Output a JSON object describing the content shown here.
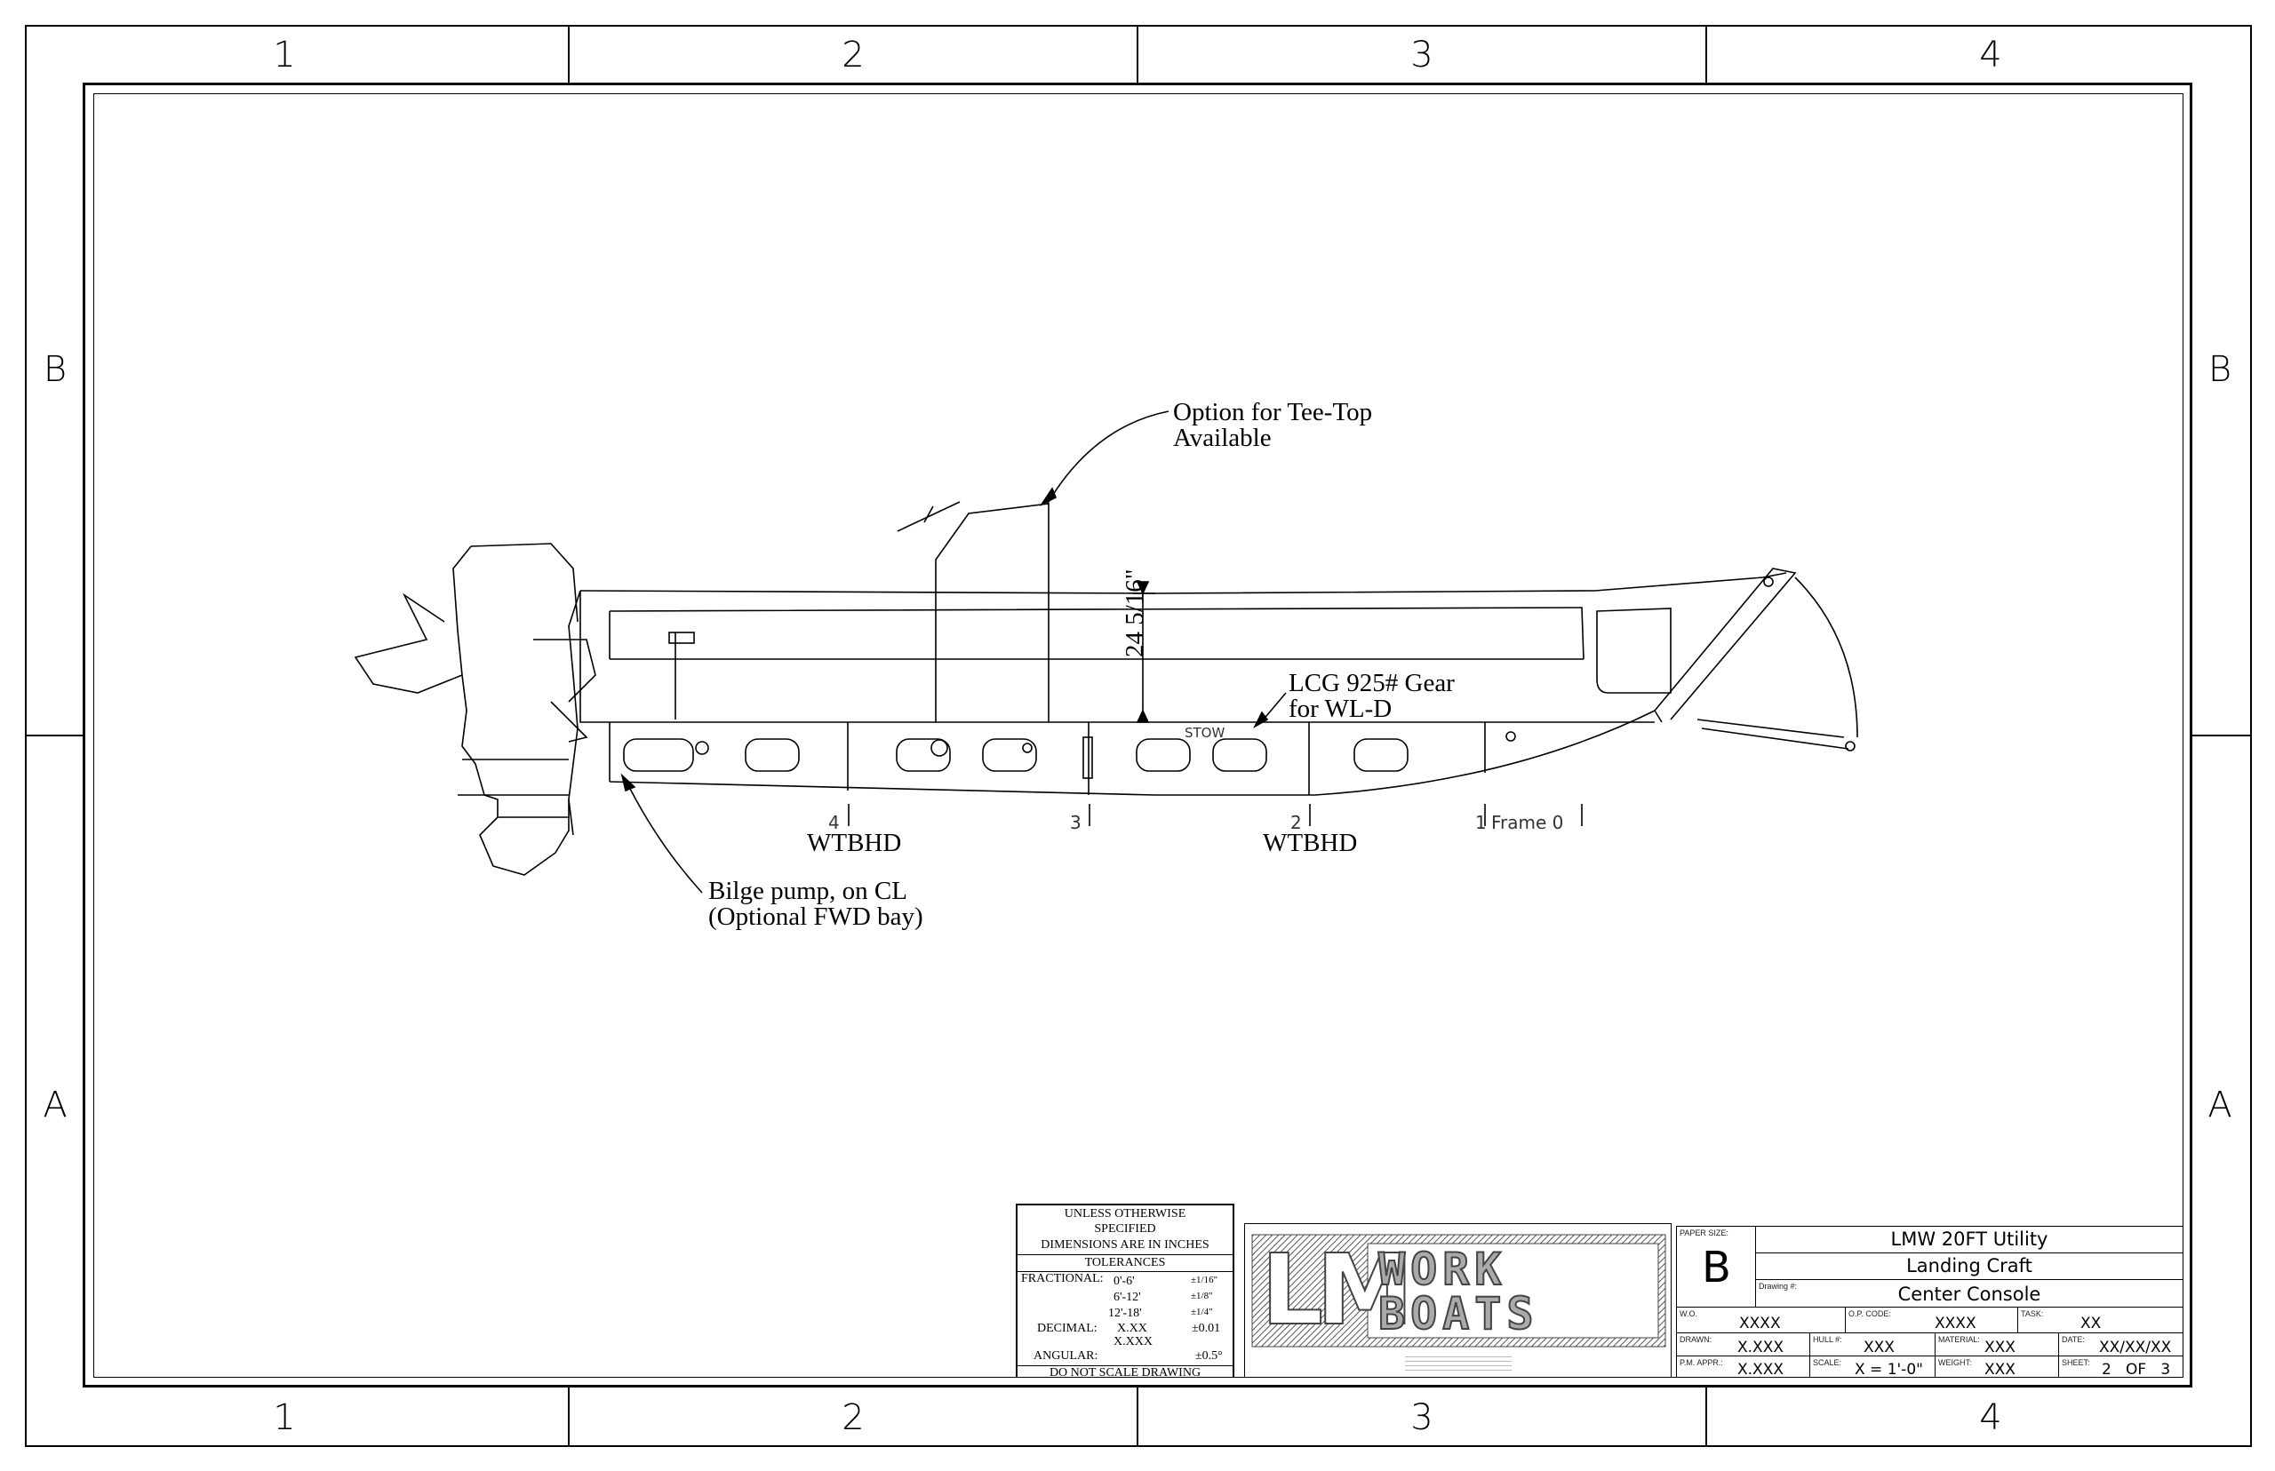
{
  "zones": {
    "columns": [
      "1",
      "2",
      "3",
      "4"
    ],
    "rows": [
      "B",
      "A"
    ]
  },
  "annotations": {
    "tee_top_1": "Option for Tee-Top",
    "tee_top_2": "Available",
    "dimension": "24 5/16\"",
    "lcg_1": "LCG 925# Gear",
    "lcg_2": "for WL-D",
    "stow": "STOW",
    "wtbhd_1": "WTBHD",
    "wtbhd_2": "WTBHD",
    "bilge_1": "Bilge pump, on CL",
    "bilge_2": "(Optional FWD bay)"
  },
  "frames": {
    "f4": "4",
    "f3": "3",
    "f2": "2",
    "f1": "1",
    "f0": "Frame  0"
  },
  "tolerances": {
    "header_1": "UNLESS OTHERWISE",
    "header_2": "SPECIFIED",
    "header_3": "DIMENSIONS ARE IN INCHES",
    "title": "TOLERANCES",
    "fractional_label": "FRACTIONAL:",
    "r1_range": "0'-6'",
    "r1_tol": "±1/16\"",
    "r2_range": "6'-12'",
    "r2_tol": "±1/8\"",
    "r3_range": "12'-18'",
    "r3_tol": "±1/4\"",
    "decimal_label": "DECIMAL:",
    "dec1": "X.XX",
    "dec1_tol": "±0.01",
    "dec2": "X.XXX",
    "angular_label": "ANGULAR:",
    "angular_tol": "±0.5°",
    "footer": "DO NOT SCALE DRAWING"
  },
  "logo": {
    "mark": "LM",
    "line1": "WORK",
    "line2": "BOATS"
  },
  "title_block": {
    "paper_size_label": "PAPER SIZE:",
    "paper_size": "B",
    "title_1": "LMW 20FT Utility",
    "title_2": "Landing Craft",
    "drawing_label": "Drawing #:",
    "title_3": "Center Console",
    "wo_label": "W.O.",
    "wo": "XXXX",
    "op_label": "O.P. CODE:",
    "op": "XXXX",
    "task_label": "TASK:",
    "task": "XX",
    "drawn_label": "DRAWN:",
    "drawn": "X.XXX",
    "hull_label": "HULL #:",
    "hull": "XXX",
    "material_label": "MATERIAL:",
    "material": "XXX",
    "date_label": "DATE:",
    "date": "XX/XX/XX",
    "pm_label": "P.M. APPR.:",
    "pm": "X.XXX",
    "scale_label": "SCALE:",
    "scale": "X = 1'-0\"",
    "weight_label": "WEIGHT:",
    "weight": "XXX",
    "sheet_label": "SHEET:",
    "sheet": "2   OF   3"
  }
}
